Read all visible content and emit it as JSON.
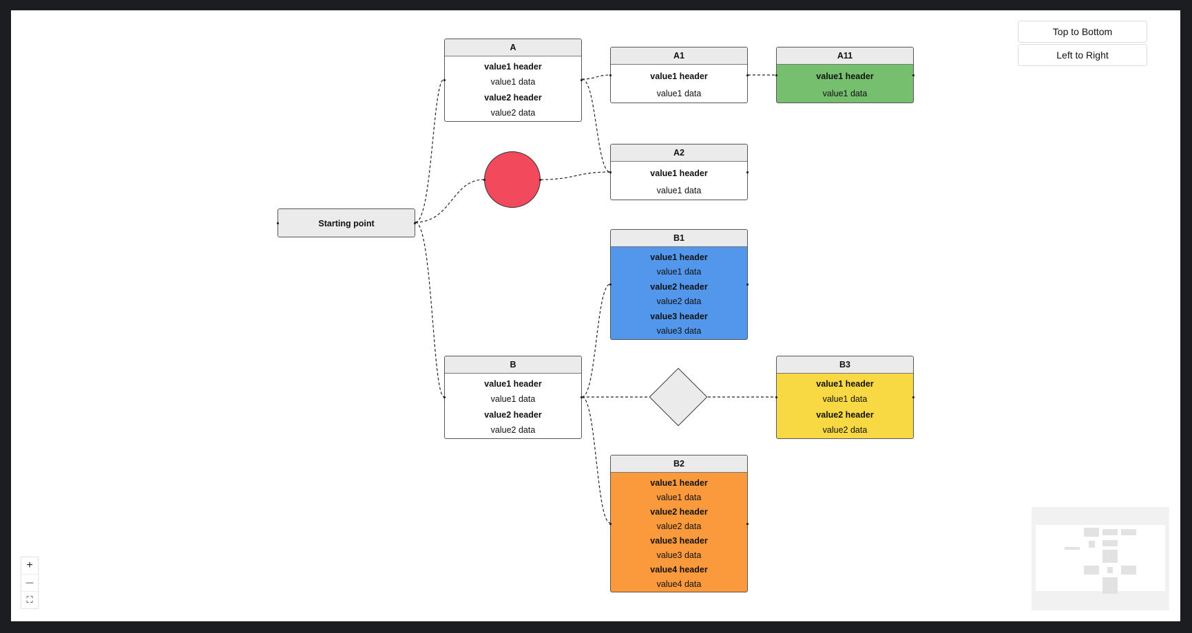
{
  "controls": {
    "top_to_bottom": "Top to Bottom",
    "left_to_right": "Left to Right"
  },
  "zoom": {
    "zoom_in": "+",
    "zoom_out": "—",
    "fit_view": "⛶"
  },
  "colors": {
    "green": "#75bf6e",
    "blue": "#5397ed",
    "yellow": "#f8d944",
    "orange": "#fb9a3c",
    "red_circle": "#f2495c",
    "header_gray": "#ebebeb"
  },
  "nodes": {
    "start": {
      "label": "Starting point"
    },
    "a": {
      "title": "A",
      "rows": [
        "value1 header",
        "value1 data",
        "value2 header",
        "value2 data"
      ]
    },
    "a1": {
      "title": "A1",
      "rows": [
        "value1 header",
        "value1 data"
      ]
    },
    "a11": {
      "title": "A11",
      "rows": [
        "value1 header",
        "value1 data"
      ]
    },
    "a2": {
      "title": "A2",
      "rows": [
        "value1 header",
        "value1 data"
      ]
    },
    "b": {
      "title": "B",
      "rows": [
        "value1 header",
        "value1 data",
        "value2 header",
        "value2 data"
      ]
    },
    "b1": {
      "title": "B1",
      "rows": [
        "value1 header",
        "value1 data",
        "value2 header",
        "value2 data",
        "value3 header",
        "value3 data"
      ]
    },
    "b3": {
      "title": "B3",
      "rows": [
        "value1 header",
        "value1 data",
        "value2 header",
        "value2 data"
      ]
    },
    "b2": {
      "title": "B2",
      "rows": [
        "value1 header",
        "value1 data",
        "value2 header",
        "value2 data",
        "value3 header",
        "value3 data",
        "value4 header",
        "value4 data"
      ]
    }
  }
}
